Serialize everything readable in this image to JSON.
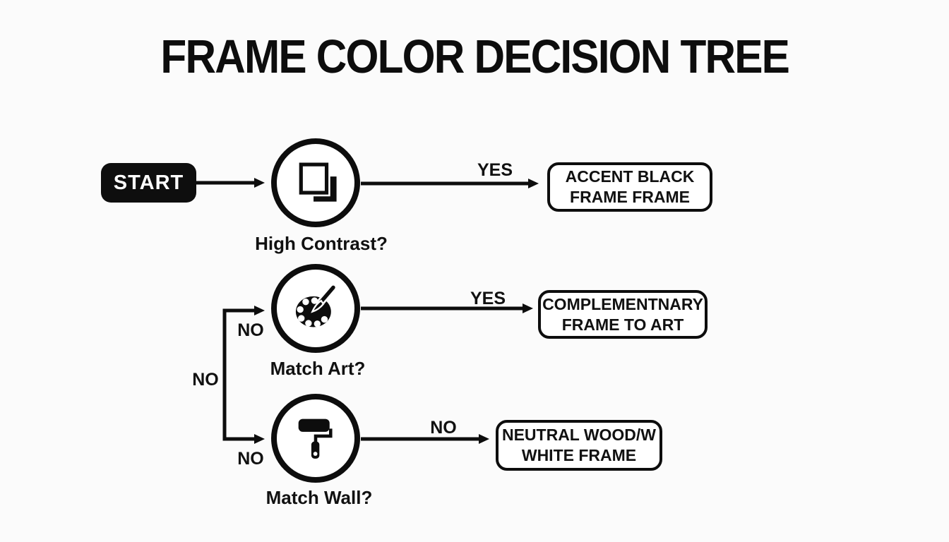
{
  "title": "FRAME COLOR DECISION TREE",
  "colors": {
    "ink": "#0d0d0d",
    "background": "#fbfbfb",
    "node_fill": "#ffffff"
  },
  "start": {
    "label": "START"
  },
  "nodes": [
    {
      "id": "high-contrast",
      "question": "High Contrast?",
      "icon": "contrast-squares-icon"
    },
    {
      "id": "match-art",
      "question": "Match Art?",
      "icon": "paint-palette-icon"
    },
    {
      "id": "match-wall",
      "question": "Match Wall?",
      "icon": "paint-roller-icon"
    }
  ],
  "outcomes": [
    {
      "id": "accent-black-frame",
      "line1": "ACCENT BLACK",
      "line2": "FRAME FRAME"
    },
    {
      "id": "complementary-frame",
      "line1": "COMPLEMENTNARY",
      "line2": "FRAME TO ART"
    },
    {
      "id": "neutral-wood-frame",
      "line1": "NEUTRAL WOOD/W",
      "line2": "WHITE FRAME"
    }
  ],
  "edges": {
    "high_contrast_yes": "YES",
    "match_art_yes": "YES",
    "match_wall_no": "NO",
    "branch_no_top": "NO",
    "branch_no_left": "NO",
    "branch_no_bottom": "NO"
  }
}
